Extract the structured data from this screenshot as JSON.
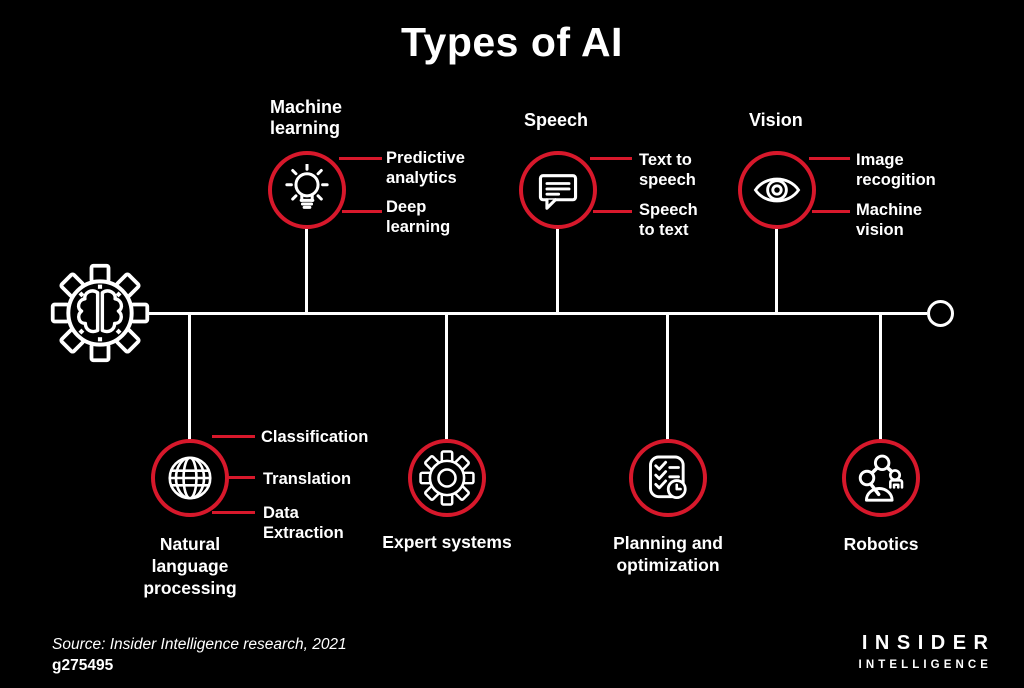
{
  "title": "Types of AI",
  "colors": {
    "background": "#000000",
    "foreground": "#ffffff",
    "accent_red": "#d7182b"
  },
  "hub_icon": "brain-gear-icon",
  "nodes": {
    "machine_learning": {
      "label": "Machine learning",
      "icon": "lightbulb-icon",
      "items": [
        "Predictive analytics",
        "Deep learning"
      ]
    },
    "speech": {
      "label": "Speech",
      "icon": "speech-bubble-icon",
      "items": [
        "Text to speech",
        "Speech to text"
      ]
    },
    "vision": {
      "label": "Vision",
      "icon": "eye-icon",
      "items": [
        "Image recogition",
        "Machine vision"
      ]
    },
    "natural_language_processing": {
      "label": "Natural language processing",
      "icon": "globe-icon",
      "items": [
        "Classification",
        "Translation",
        "Data Extraction"
      ]
    },
    "expert_systems": {
      "label": "Expert systems",
      "icon": "gear-icon",
      "items": []
    },
    "planning_optimization": {
      "label": "Planning and optimization",
      "icon": "checklist-clock-icon",
      "items": []
    },
    "robotics": {
      "label": "Robotics",
      "icon": "robot-arm-icon",
      "items": []
    }
  },
  "footer": {
    "source": "Source: Insider Intelligence research, 2021",
    "figure_id": "g275495",
    "brand_line1": "INSIDER",
    "brand_line2": "INTELLIGENCE"
  }
}
